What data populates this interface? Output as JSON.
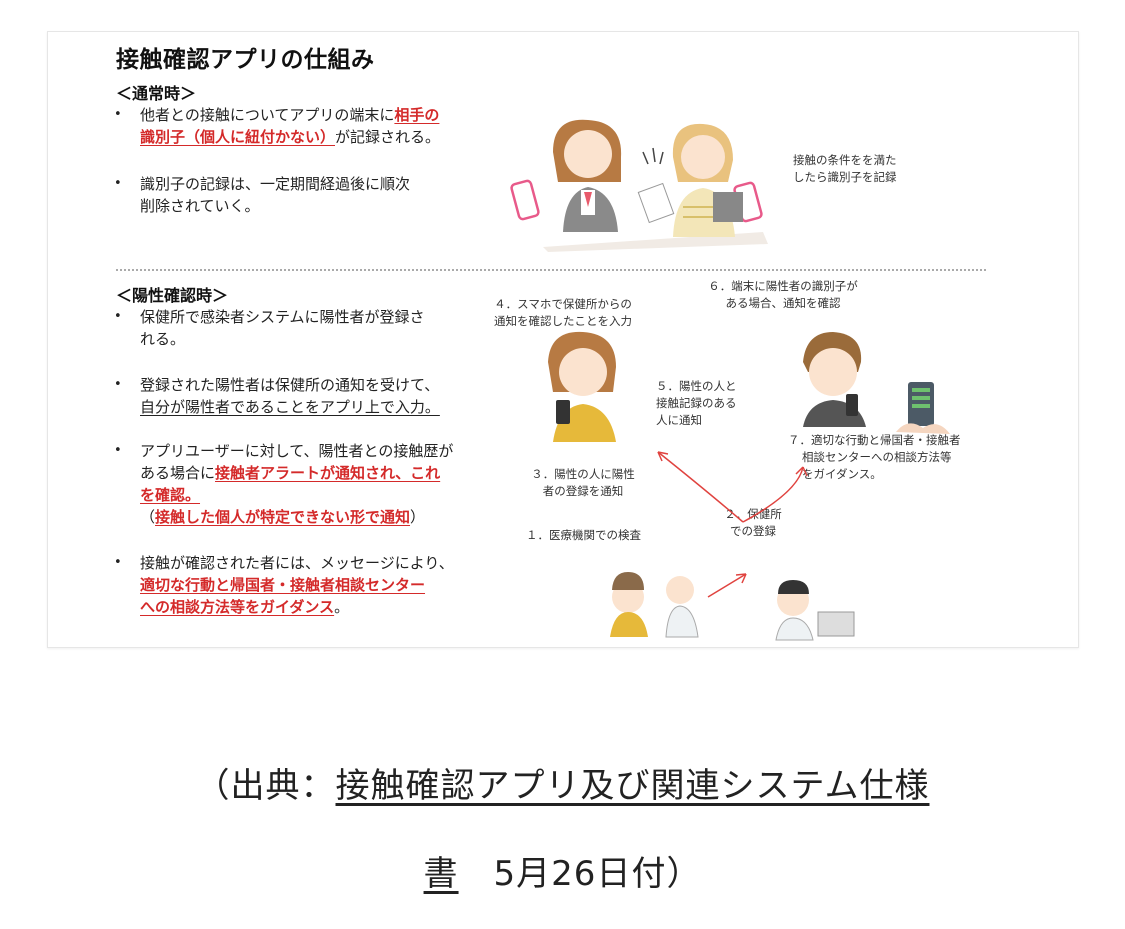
{
  "slide": {
    "title": "接触確認アプリの仕組み",
    "normal": {
      "heading": "＜通常時＞",
      "b1_a": "他者との接触についてアプリの端末に",
      "b1_red": "相手の",
      "b1_red2": "識別子（個人に紐付かない）",
      "b1_c": "が記録される。",
      "b2_a": "識別子の記録は、一定期間経過後に順次",
      "b2_b": "削除されていく。",
      "note": "接触の条件をを満た",
      "note2": "したら識別子を記録"
    },
    "positive": {
      "heading": "＜陽性確認時＞",
      "b1_a": "保健所で感染者システムに陽性者が登録さ",
      "b1_b": "れる。",
      "b2_a": "登録された陽性者は保健所の通知を受けて、",
      "b2_b": "自分が陽性者であることをアプリ上で入力。",
      "b3_a": "アプリユーザーに対して、陽性者との接触歴が",
      "b3_b": "ある場合に",
      "b3_red1": "接触者アラートが通知され、これ",
      "b3_red2": "を確認。",
      "b3_paren_open": "（",
      "b3_red3": "接触した個人が特定できない形で通知",
      "b3_paren_close": "）",
      "b4_a": "接触が確認された者には、メッセージにより、",
      "b4_red1": "適切な行動と帰国者・接触者相談センター",
      "b4_red2": "への相談方法等をガイダンス",
      "b4_end": "。"
    },
    "steps": {
      "s4a": "４．スマホで保健所からの",
      "s4b": "通知を確認したことを入力",
      "s6a": "６．端末に陽性者の識別子が",
      "s6b": "ある場合、通知を確認",
      "s5a": "５．陽性の人と",
      "s5b": "接触記録のある",
      "s5c": "人に通知",
      "s7a": "７．適切な行動と帰国者・接触者",
      "s7b": "相談センターへの相談方法等",
      "s7c": "をガイダンス。",
      "s3a": "３．陽性の人に陽性",
      "s3b": "者の登録を通知",
      "s2a": "２．保健所",
      "s2b": "での登録",
      "s1": "１．医療機関での検査"
    }
  },
  "caption": {
    "prefix": "（出典：",
    "link1": "接触確認アプリ及び関連システム仕様",
    "link2": "書",
    "suffix": "　5月26日付）"
  },
  "colors": {
    "accent_red": "#d42a2a",
    "arrow_red": "#e0433f"
  }
}
